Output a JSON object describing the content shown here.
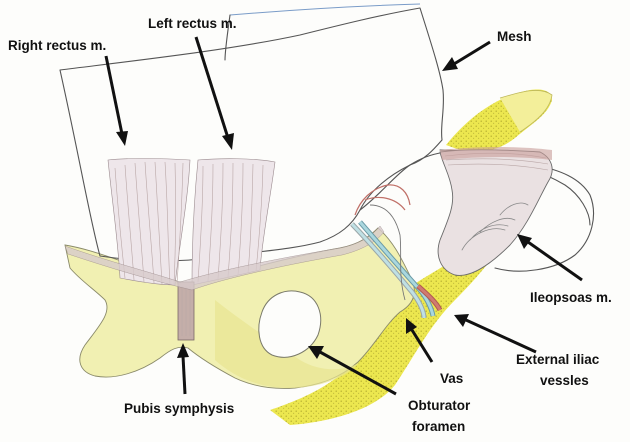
{
  "labels": {
    "right_rectus": "Right rectus m.",
    "left_rectus": "Left rectus m.",
    "mesh": "Mesh",
    "ileopsoas_line1": "Ileopsoas m.",
    "external_iliac_line1": "External iliac",
    "external_iliac_line2": "vessles",
    "vas": "Vas",
    "obturator_line1": "Obturator",
    "obturator_line2": "foramen",
    "pubis_symphysis": "Pubis symphysis"
  },
  "colors": {
    "bone_yellow": "#f1f0a8",
    "bone_dark_yellow": "#e4df5c",
    "muscle_pink": "#ede4e6",
    "muscle_stroke": "#b9a6a6",
    "symphysis_brown": "#b7a09c",
    "vessel_blue": "#a9d7de",
    "vessel_red": "#d07a70",
    "pencil_gray": "#555555",
    "arrow_black": "#111111"
  }
}
